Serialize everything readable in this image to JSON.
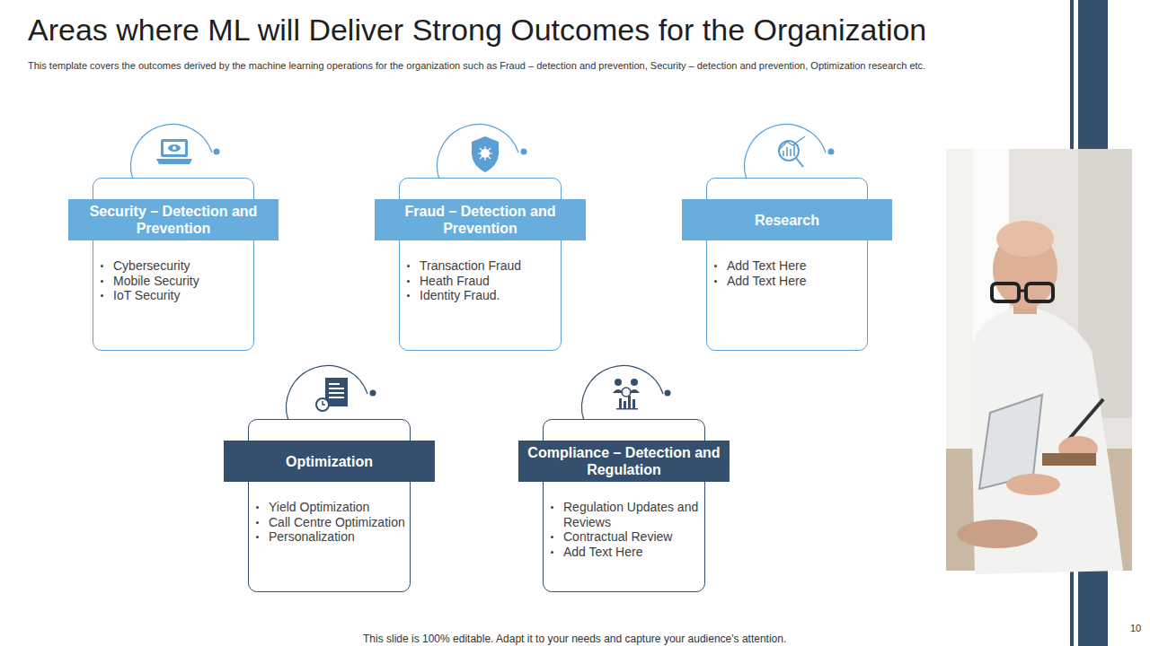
{
  "diagram": {
    "title": "Areas where ML will Deliver Strong Outcomes for the Organization",
    "nodes": [
      {
        "text": [
          "Security – Detection and Prevention",
          "Cybersecurity",
          "Mobile Security",
          "IoT Security"
        ]
      },
      {
        "text": [
          "Fraud – Detection and Prevention",
          "Transaction Fraud",
          "Heath Fraud",
          "Identity Fraud."
        ]
      },
      {
        "text": [
          "Research",
          "Add Text Here",
          "Add Text Here"
        ]
      },
      {
        "text": [
          "Optimization",
          "Yield Optimization",
          "Call Centre Optimization",
          "Personalization"
        ]
      },
      {
        "text": [
          "Compliance – Detection and Regulation",
          "Regulation Updates and Reviews",
          "Contractual Review",
          "Add Text Here"
        ]
      }
    ],
    "labels": [
      "This template covers the outcomes derived by the machine learning operations for the organization such as Fraud – detection and prevention, Security – detection and prevention, Optimization research etc.",
      "This slide is 100% editable. Adapt it to your needs and capture your audience's attention.",
      "10"
    ]
  }
}
